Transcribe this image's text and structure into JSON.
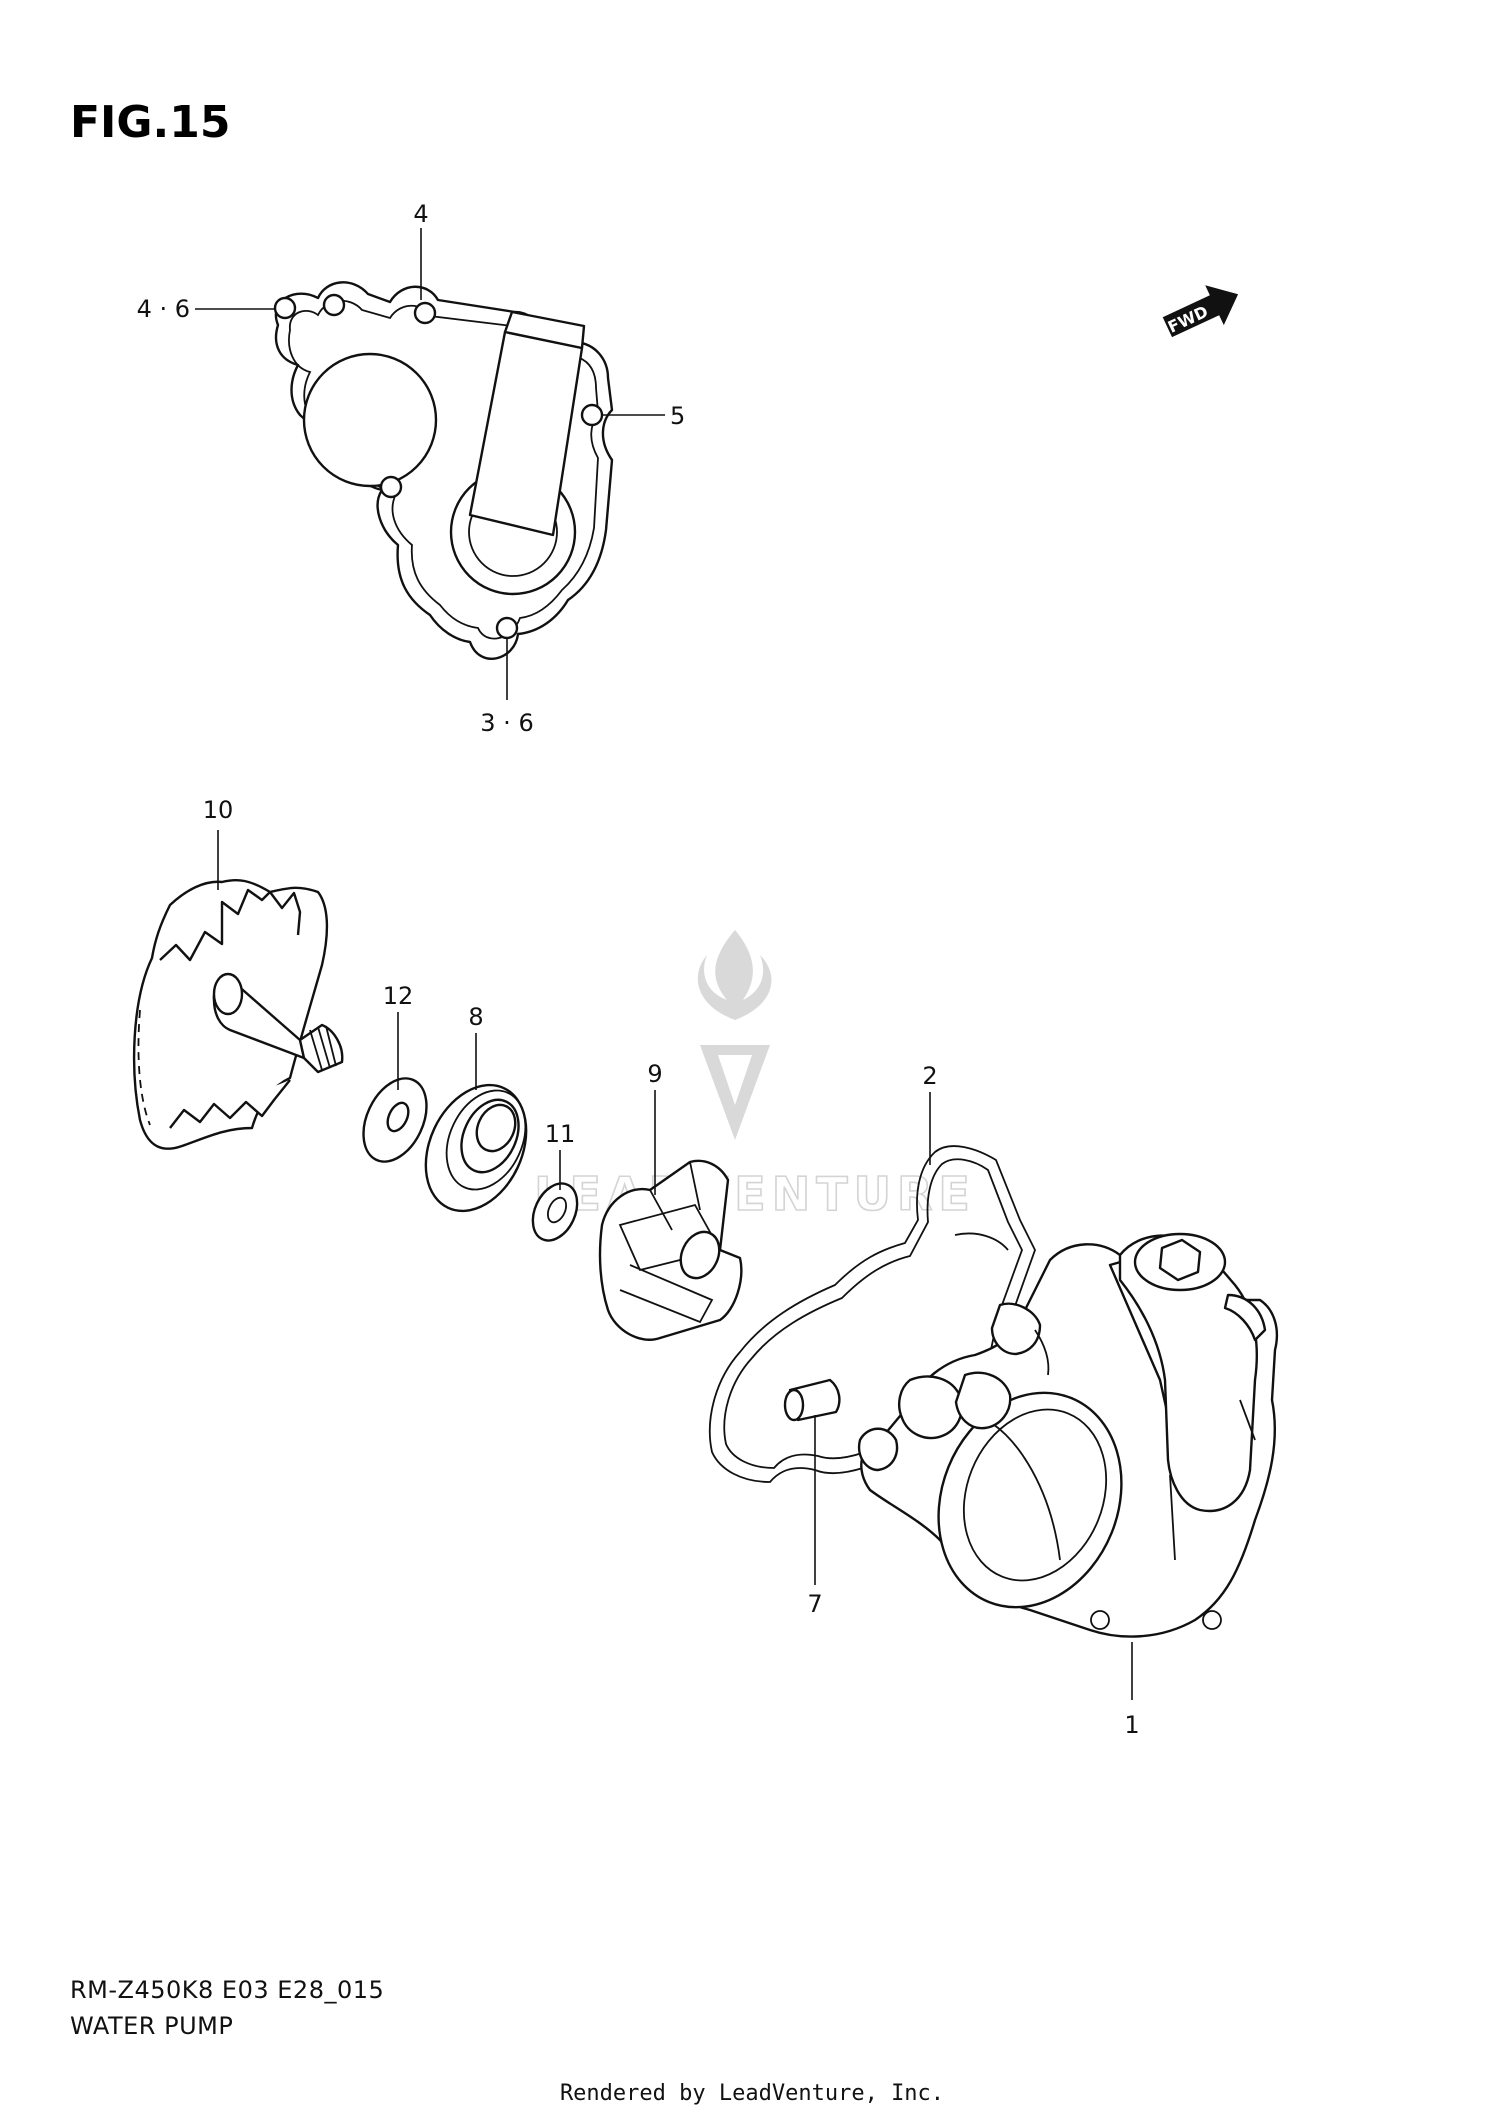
{
  "figure": {
    "title": "FIG.15"
  },
  "callouts": {
    "p1": "1",
    "p2": "2",
    "p3_6": "3 · 6",
    "p4": "4",
    "p4_6": "4 · 6",
    "p5": "5",
    "p7": "7",
    "p8": "8",
    "p9": "9",
    "p10": "10",
    "p11": "11",
    "p12": "12"
  },
  "fwd_badge": {
    "label": "FWD",
    "icon": "forward-arrow-icon"
  },
  "caption": {
    "model_code": "RM-Z450K8 E03 E28_015",
    "section_name": "WATER PUMP"
  },
  "watermark": {
    "text": "LEADVENTURE",
    "icon": "flame-v-logo"
  },
  "footer": {
    "rendered_by": "Rendered by LeadVenture, Inc."
  }
}
